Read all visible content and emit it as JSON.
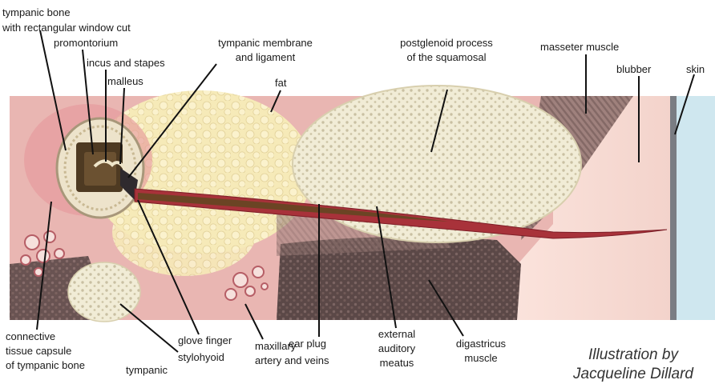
{
  "labels": {
    "tympanic_bone_window": [
      "tympanic bone",
      "with rectangular window cut"
    ],
    "promontorium": "promontorium",
    "incus_stapes": "incus and stapes",
    "malleus": "malleus",
    "tympanic_membrane": [
      "tympanic membrane",
      "and ligament"
    ],
    "fat": "fat",
    "postglenoid": [
      "postglenoid process",
      "of the squamosal"
    ],
    "masseter": "masseter muscle",
    "blubber": "blubber",
    "skin": "skin",
    "connective_tissue": [
      "connective",
      "tissue capsule",
      "of tympanic bone"
    ],
    "tympanic": "tympanic",
    "glove_finger": "glove finger",
    "stylohyoid": "stylohyoid",
    "maxillary": [
      "maxillary",
      "artery and veins"
    ],
    "ear_plug": "ear plug",
    "external_meatus": [
      "external",
      "auditory",
      "meatus"
    ],
    "digastricus": [
      "digastricus",
      "muscle"
    ]
  },
  "credit": [
    "Illustration by",
    "Jacqueline Dillard"
  ]
}
